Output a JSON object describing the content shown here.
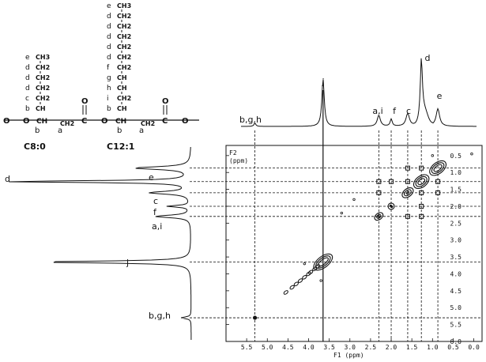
{
  "figure": {
    "structure": {
      "chain_c12": {
        "labels": [
          "e",
          "d",
          "d",
          "d",
          "d",
          "d",
          "f",
          "g",
          "h",
          "i",
          "b"
        ],
        "groups": [
          "CH3",
          "CH2",
          "CH2",
          "CH2",
          "CH2",
          "CH2",
          "CH2",
          "CH",
          "CH",
          "CH2",
          "CH"
        ]
      },
      "chain_c8": {
        "labels": [
          "e",
          "d",
          "d",
          "d",
          "c",
          "b"
        ],
        "groups": [
          "CH3",
          "CH2",
          "CH2",
          "CH2",
          "CH2",
          "CH"
        ]
      },
      "backbone": {
        "o_atoms": [
          "O",
          "O",
          "O",
          "O",
          "O",
          "O"
        ],
        "ch2_groups": [
          "CH2",
          "CH2"
        ],
        "c_atoms": [
          "C",
          "C"
        ],
        "a_labels": [
          "a",
          "a"
        ]
      },
      "names": {
        "c8": "C8:0",
        "c12": "C12:1"
      }
    },
    "peaks_top": [
      "b,g,h",
      "j",
      "a,i",
      "f",
      "c",
      "d",
      "e"
    ],
    "peaks_left": [
      "d",
      "e",
      "c",
      "f",
      "a,i",
      "j",
      "b,g,h"
    ],
    "axes": {
      "f2_label": [
        "F2",
        "(ppm)"
      ],
      "f1_label": "F1 (ppm)",
      "f2_ticks": [
        "0.5",
        "1.0",
        "1.5",
        "2.0",
        "2.5",
        "3.0",
        "3.5",
        "4.0",
        "4.5",
        "5.0",
        "5.5",
        "6.0"
      ],
      "f1_ticks": [
        "5.5",
        "5.0",
        "4.5",
        "4.0",
        "3.5",
        "3.0",
        "2.5",
        "2.0",
        "1.5",
        "1.0",
        "0.5",
        "0.0"
      ]
    }
  },
  "chart_data": {
    "type": "heatmap",
    "xlabel": "F1 (ppm)",
    "ylabel": "F2 (ppm)",
    "xlim": [
      6.0,
      -0.2
    ],
    "ylim": [
      0.2,
      6.0
    ],
    "peaks_ppm": [
      5.3,
      3.65,
      2.3,
      2.0,
      1.6,
      1.27,
      0.87
    ],
    "peak_labels": [
      "b,g,h",
      "j",
      "a,i",
      "f",
      "c",
      "d",
      "e"
    ],
    "diagonal": [
      [
        5.3,
        5.3
      ],
      [
        3.65,
        3.65
      ],
      [
        2.3,
        2.3
      ],
      [
        2.0,
        2.0
      ],
      [
        1.6,
        1.6
      ],
      [
        1.27,
        1.27
      ],
      [
        0.87,
        0.87
      ]
    ],
    "cross_peaks": [
      [
        0.87,
        1.27
      ],
      [
        1.27,
        0.87
      ],
      [
        1.27,
        1.6
      ],
      [
        1.6,
        1.27
      ],
      [
        1.6,
        2.3
      ],
      [
        2.3,
        1.6
      ],
      [
        2.0,
        1.27
      ],
      [
        1.27,
        2.0
      ],
      [
        2.3,
        1.27
      ],
      [
        1.27,
        2.3
      ],
      [
        1.6,
        0.87
      ],
      [
        0.87,
        1.6
      ]
    ],
    "grid": false
  }
}
